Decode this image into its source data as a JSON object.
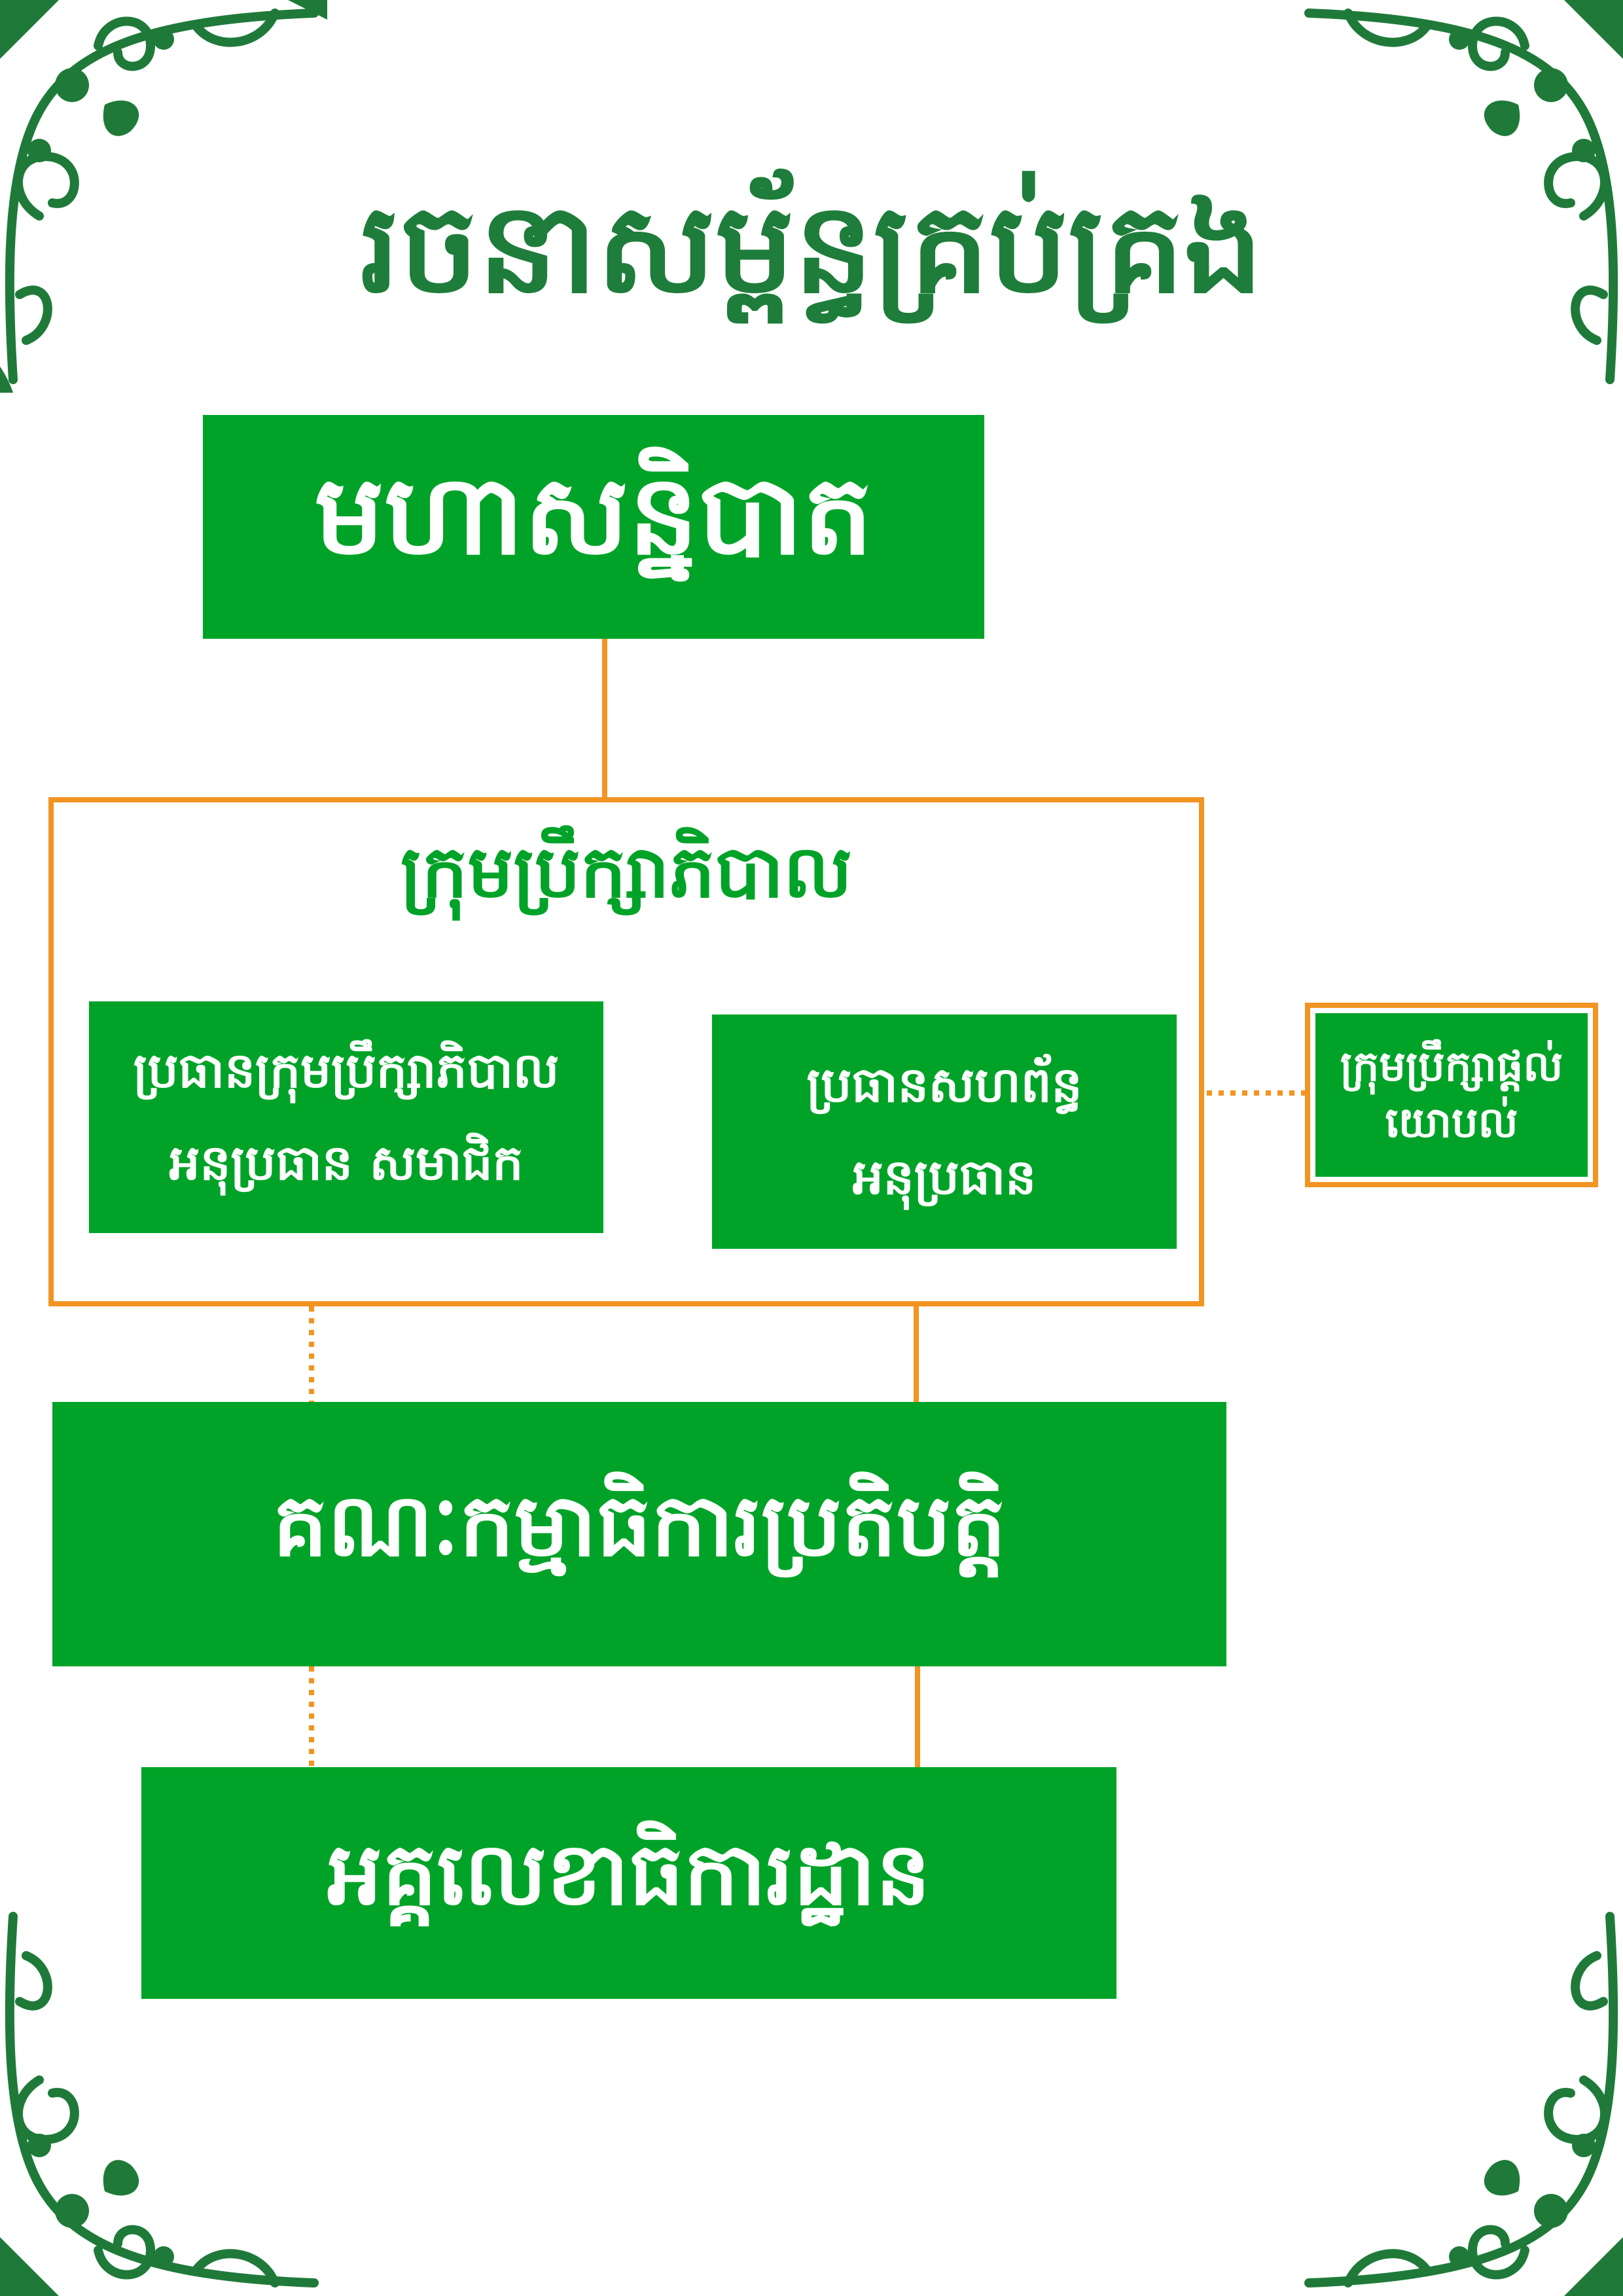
{
  "title": "រចនាសម្ព័ន្ធគ្រប់គ្រង",
  "boxes": {
    "assembly": "មហាសន្និបាត",
    "board_of_directors": "ក្រុមប្រឹក្សាភិបាល",
    "chair_board": {
      "line1": "ប្រធានក្រុមប្រឹក្សាភិបាល",
      "line2": "អនុប្រធាន សមាជិក"
    },
    "chair_federation": {
      "line1": "ប្រធានសហព័ន្ធ",
      "line2": "អនុប្រធាន"
    },
    "advisory_board": {
      "line1": "ក្រុមប្រឹក្សាផ្តល់",
      "line2": "យោបល់"
    },
    "executive_committee": "គណៈកម្មាធិការប្រតិបត្តិ",
    "secretariat": "អគ្គលេខាធិការដ្ឋាន"
  },
  "colors": {
    "box_green": "#00a328",
    "title_green": "#1e7d3a",
    "connector_orange": "#f29422",
    "ornament_green": "#1f7a3a"
  }
}
